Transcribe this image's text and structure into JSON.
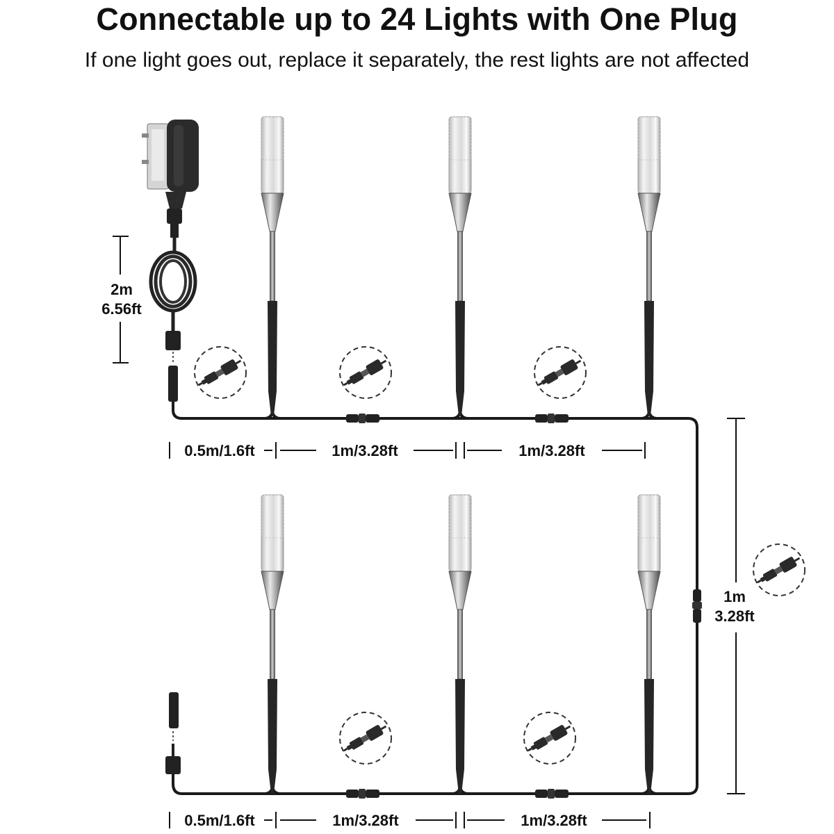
{
  "header": {
    "title": "Connectable up to 24 Lights with One Plug",
    "subtitle": "If one light goes out, replace it separately, the rest lights are not affected"
  },
  "power_cord": {
    "length_m": "2m",
    "length_ft": "6.56ft"
  },
  "row_top": {
    "segments": [
      "0.5m/1.6ft",
      "1m/3.28ft",
      "1m/3.28ft"
    ]
  },
  "row_bottom": {
    "segments": [
      "0.5m/1.6ft",
      "1m/3.28ft",
      "1m/3.28ft"
    ]
  },
  "extension": {
    "length_m": "1m",
    "length_ft": "3.28ft"
  },
  "colors": {
    "cable": "#1a1a1a",
    "connector": "#222222",
    "lamp_body": "#e6e6e6",
    "stake": "#2b2b2b"
  },
  "icons": {
    "connector_detail": "connector-zoom-icon",
    "adapter": "power-adapter-icon",
    "light": "pathway-light-icon"
  }
}
